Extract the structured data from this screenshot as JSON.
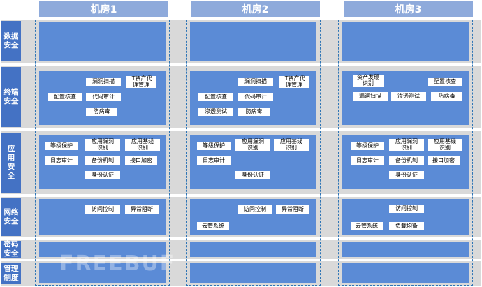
{
  "rooms": [
    {
      "title": "机房1"
    },
    {
      "title": "机房2"
    },
    {
      "title": "机房3"
    }
  ],
  "rows": [
    {
      "label": "数据\n安全"
    },
    {
      "label": "终端\n安全"
    },
    {
      "label": "应\n用\n安\n全"
    },
    {
      "label": "网络\n安全"
    },
    {
      "label": "密码\n安全"
    },
    {
      "label": "管理\n制度"
    }
  ],
  "tags": {
    "terminal": {
      "r1": {
        "leak_scan": "漏洞扫描",
        "it_asset": "IT资产代\n理管理",
        "config_check": "配置核查",
        "code_audit": "代码审计",
        "antivirus": "防病毒"
      },
      "r2": {
        "leak_scan": "漏洞扫描",
        "it_asset": "IT资产代\n理管理",
        "config_check": "配置核查",
        "code_audit": "代码审计",
        "pentest": "渗透测试",
        "antivirus": "防病毒"
      },
      "r3": {
        "asset_discovery": "资产发现\n识别",
        "config_check": "配置核查",
        "leak_scan": "漏洞扫描",
        "pentest": "渗透测试",
        "antivirus": "防病毒"
      }
    },
    "application": {
      "r1": {
        "level_protect": "等级保护",
        "app_vuln": "应用漏洞\n识别",
        "app_baseline": "应用基线\n识别",
        "log_audit": "日志审计",
        "backup": "备份机制",
        "api_encrypt": "接口加密",
        "identity": "身份认证"
      },
      "r2": {
        "level_protect": "等级保护",
        "app_vuln": "应用漏洞\n识别",
        "app_baseline": "应用基线\n识别",
        "log_audit": "日志审计",
        "identity": "身份认证"
      },
      "r3": {
        "level_protect": "等级保护",
        "app_vuln": "应用漏洞\n识别",
        "app_baseline": "应用基线\n识别",
        "log_audit": "日志审计",
        "backup": "备份机制",
        "api_encrypt": "接口加密",
        "identity": "身份认证"
      }
    },
    "network": {
      "r1": {
        "access_control": "访问控制",
        "anomaly_block": "异常阻断"
      },
      "r2": {
        "access_control": "访问控制",
        "anomaly_block": "异常阻断",
        "cloud_mgmt": "云管系统"
      },
      "r3": {
        "access_control": "访问控制",
        "cloud_mgmt": "云管系统",
        "load_balance": "负载均衡"
      }
    }
  },
  "watermark": "FREEBUF"
}
